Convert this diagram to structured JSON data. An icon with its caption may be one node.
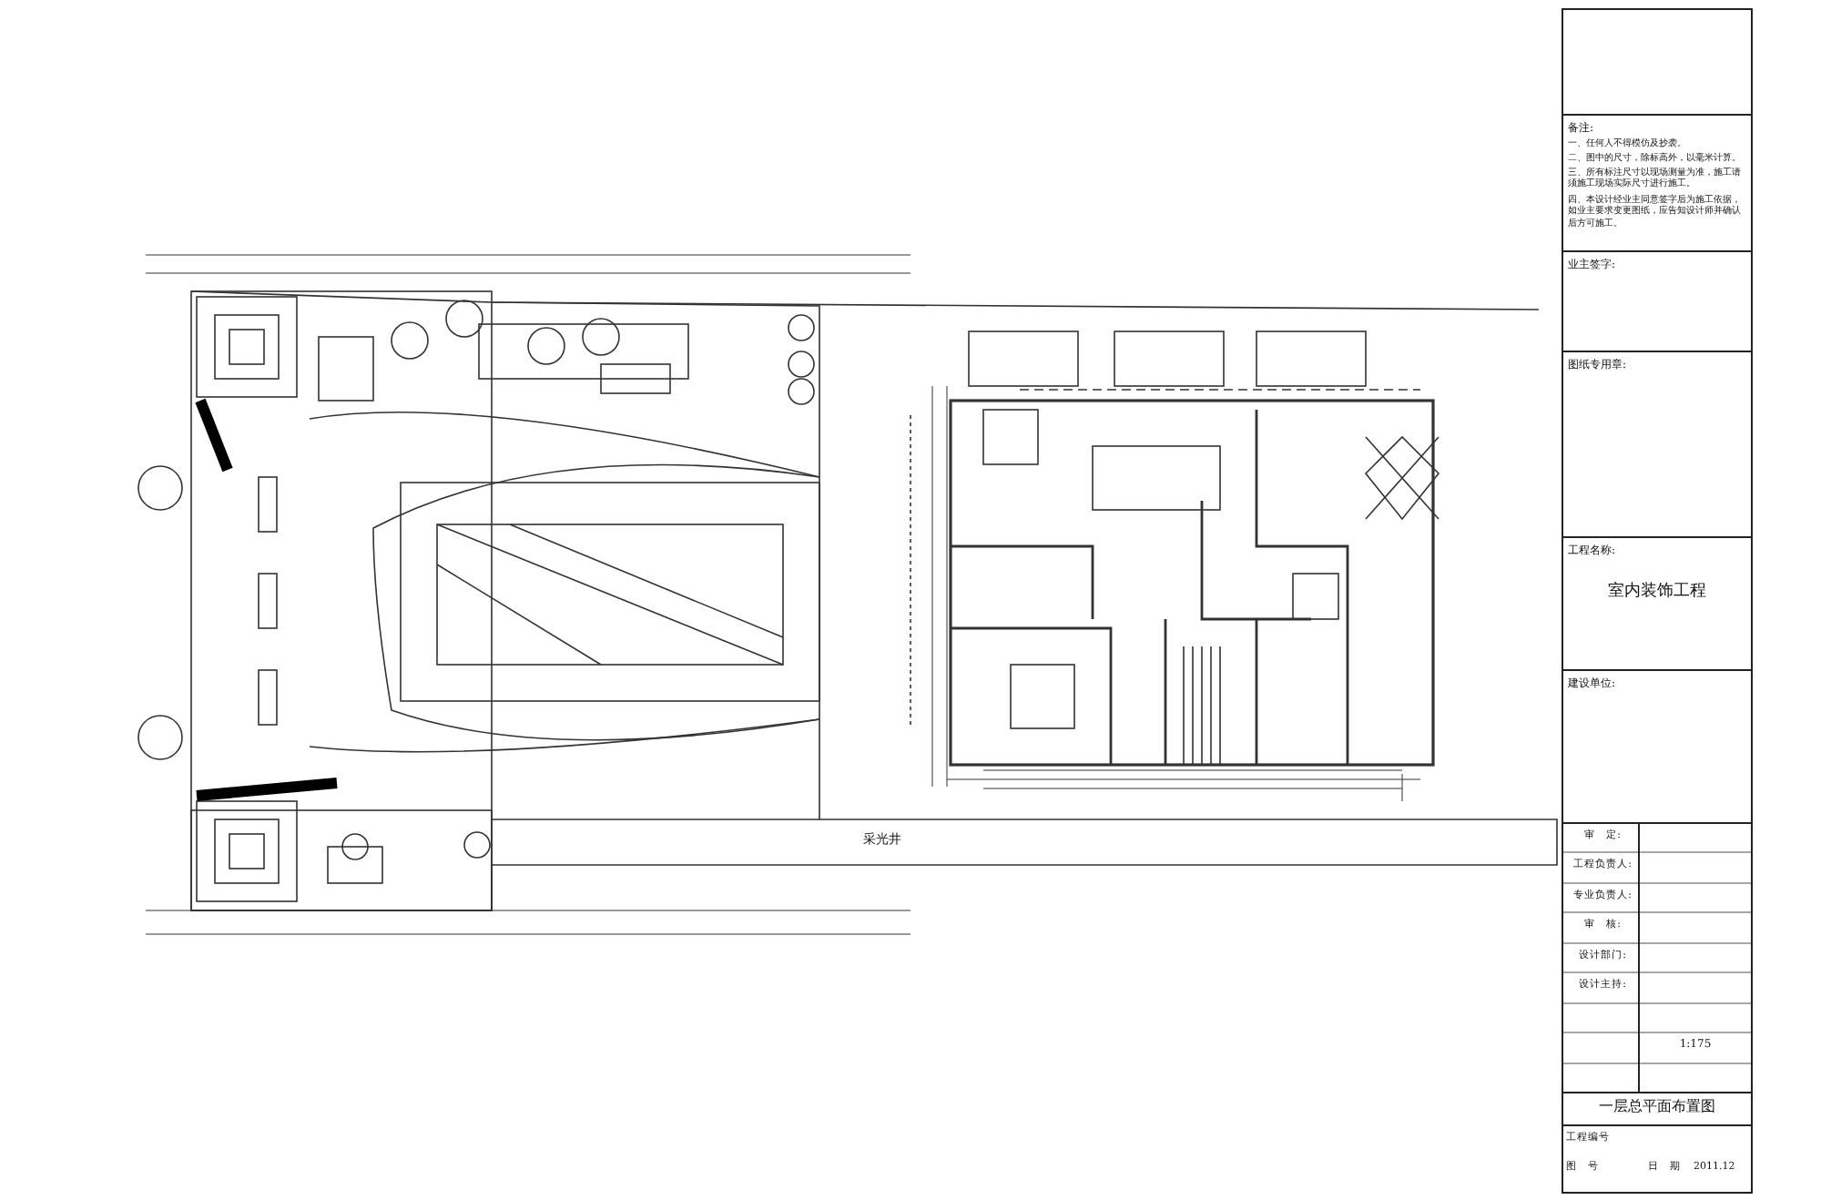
{
  "diagram": {
    "title": "一层总平面布置图",
    "labels": [
      "采光井",
      "备注:",
      "一、任何人不得模仿及抄袭。",
      "二、图中的尺寸，除标高外，以毫米计算。",
      "三、所有标注尺寸以现场测量为准，施工请须施工现场实际尺寸进行施工。",
      "四、本设计经业主同意签字后为施工依据，如业主要求变更图纸，应告知设计师并确认后方可施工。",
      "业主签字:",
      "图纸专用章:",
      "工程名称:",
      "室内装饰工程",
      "建设单位:",
      "审　定:",
      "工程负责人:",
      "专业负责人:",
      "审　核:",
      "设计部门:",
      "设计主持:",
      "1:175",
      "工程编号",
      "图　号",
      "日　期",
      "2011.12"
    ]
  }
}
